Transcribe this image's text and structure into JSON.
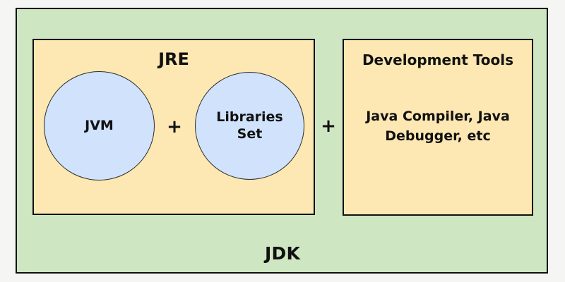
{
  "diagram": {
    "title": "JDK / JRE / JVM composition diagram",
    "background_color": "#f5f5f3"
  },
  "jdk": {
    "label": "JDK",
    "fill_color": "#cee6c1",
    "border_color": "#111111"
  },
  "jre": {
    "label": "JRE",
    "fill_color": "#fde7b2",
    "border_color": "#111111",
    "components": [
      {
        "name": "jvm",
        "label": "JVM",
        "fill_color": "#d0e2fc"
      },
      {
        "name": "libraries-set",
        "label": "Libraries\nSet",
        "fill_color": "#d0e2fc"
      }
    ]
  },
  "development_tools": {
    "title": "Development Tools",
    "body": "Java Compiler, Java\nDebugger, etc",
    "fill_color": "#fde7b2",
    "border_color": "#111111"
  },
  "operators": {
    "inner_plus": "+",
    "outer_plus": "+"
  }
}
